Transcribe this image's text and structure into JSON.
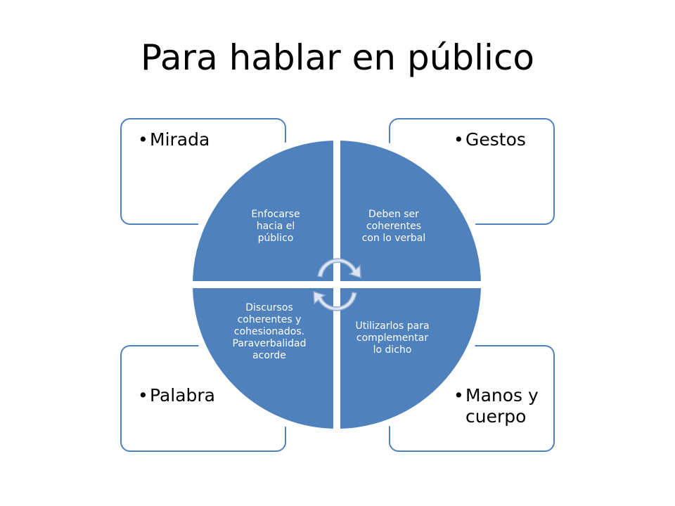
{
  "slide": {
    "title": "Para hablar en público"
  },
  "diagram": {
    "colors": {
      "quadrant_fill": "#4f81bd",
      "box_border": "#4f81bd",
      "quadrant_text": "#ffffff",
      "arrow_fill": "#dce6f2"
    },
    "bullet_glyph": "•",
    "corners": {
      "top_left": "Mirada",
      "top_right": "Gestos",
      "bottom_left": "Palabra",
      "bottom_right_line1": "Manos y",
      "bottom_right_line2": "cuerpo"
    },
    "quadrants": {
      "top_left": [
        "Enfocarse",
        "hacia el",
        "público"
      ],
      "top_right": [
        "Deben ser",
        "coherentes",
        "con lo verbal"
      ],
      "bottom_left": [
        "Discursos",
        "coherentes y",
        "cohesionados.",
        "Paraverbalidad",
        "acorde"
      ],
      "bottom_right": [
        "Utilizarlos para",
        "complementar",
        "lo dicho"
      ]
    },
    "center_icon": "circular-arrows-icon"
  }
}
